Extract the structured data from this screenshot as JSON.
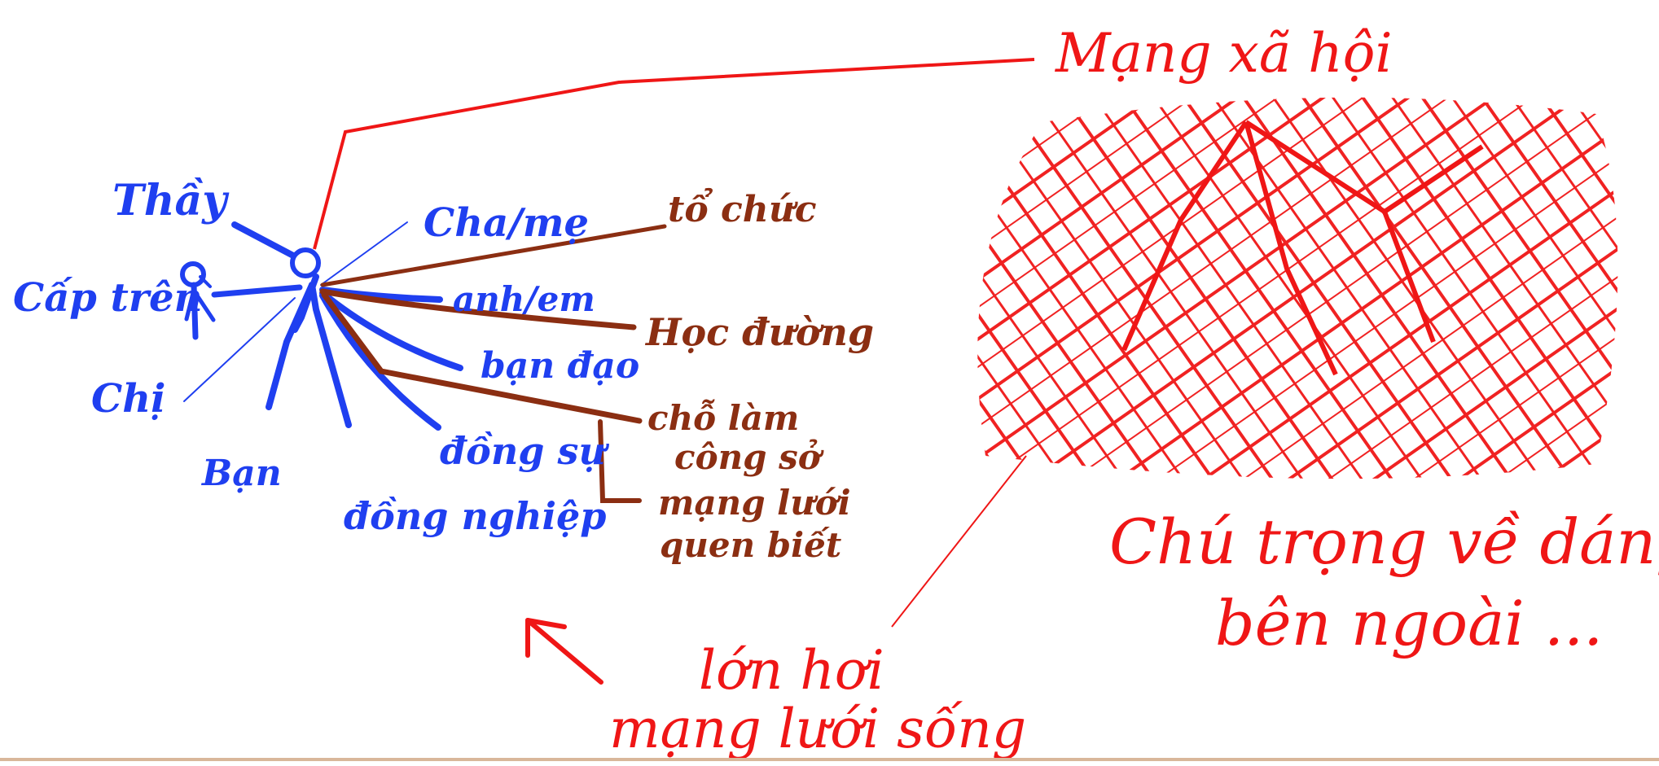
{
  "colors": {
    "blue": "#1f3ff0",
    "brown": "#8b2e12",
    "red": "#ef1616",
    "bottom_bar": "#d9b79a"
  },
  "labels": {
    "top_right_title": "Mạng xã hội",
    "blue": {
      "thay": "Thầy",
      "cap_tren": "Cấp trên",
      "chi": "Chị",
      "ban": "Bạn",
      "cha_me": "Cha/mẹ",
      "anh_em": "anh/em",
      "ban_dao": "bạn đạo",
      "dong_su": "đồng sự",
      "dong_nghiep": "đồng nghiệp"
    },
    "brown": {
      "to_chuc": "tổ chức",
      "hoc_duong": "Học đường",
      "cho_lam": "chỗ làm",
      "cong_so": "công sở",
      "mang_luoi": "mạng lưới",
      "quen_biet": "quen biết"
    },
    "red_notes": {
      "lon_hoi_line1": "lớn hơi",
      "lon_hoi_line2": "mạng lưới sống",
      "chu_trong_line1": "Chú trọng về dáng",
      "chu_trong_line2": "bên ngoài ..."
    }
  }
}
